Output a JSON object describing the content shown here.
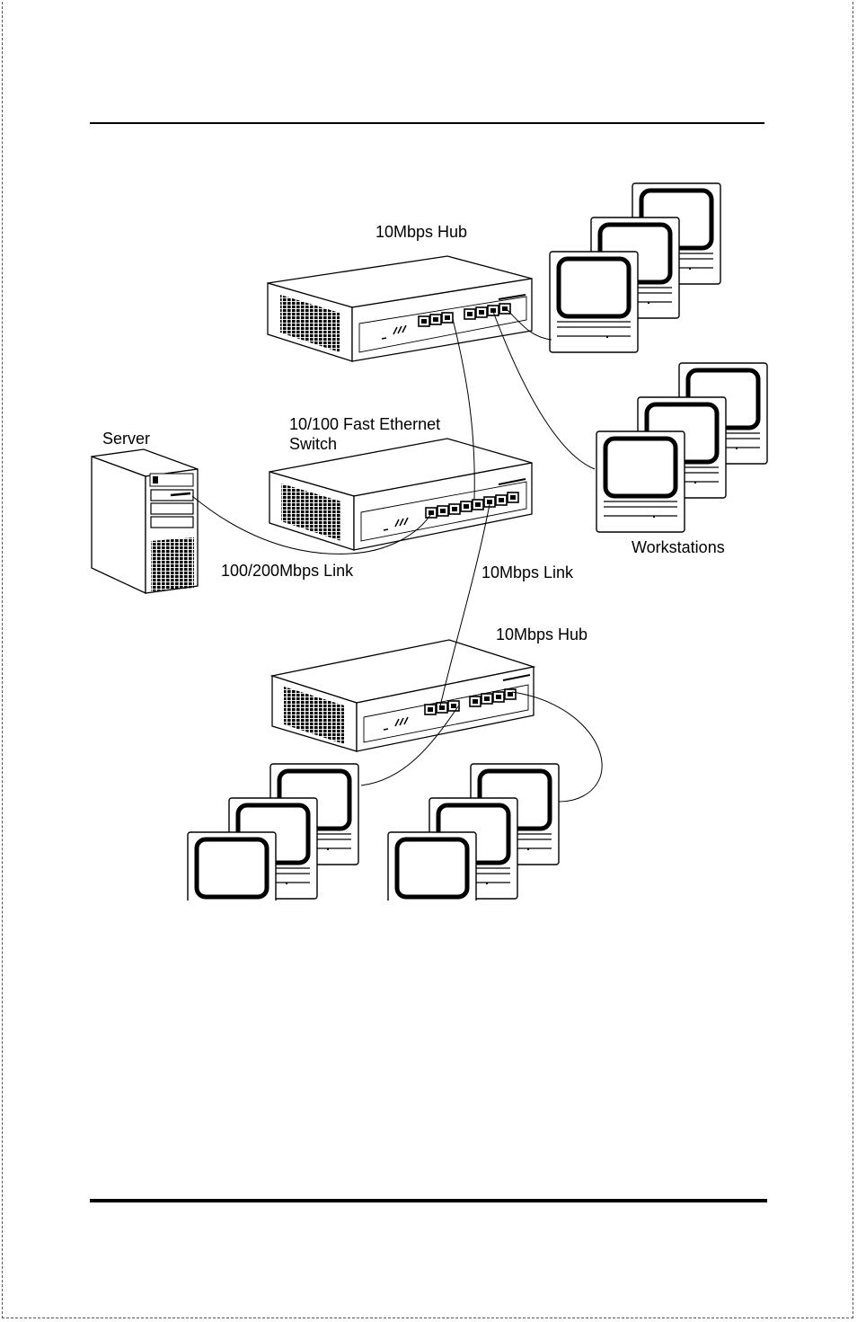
{
  "labels": {
    "hub_top": "10Mbps Hub",
    "switch_line1": "10/100 Fast Ethernet",
    "switch_line2": "Switch",
    "server": "Server",
    "workstations": "Workstations",
    "link_server": "100/200Mbps Link",
    "link_10": "10Mbps Link",
    "hub_bottom": "10Mbps Hub"
  },
  "colors": {
    "ink": "#000000",
    "paper": "#ffffff"
  }
}
